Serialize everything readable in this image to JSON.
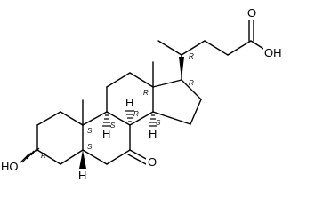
{
  "atoms": {
    "carboxyl_hydroxyl": "OH",
    "carboxyl_oxygen": "O",
    "hydroxyl_3": "HO",
    "ketone_oxygen": "O",
    "h_8": "H",
    "h_9": "H",
    "h_14": "H",
    "h_5": "H"
  },
  "stereo_descriptors": {
    "c20": "R",
    "c17": "R",
    "c13": "R",
    "c14": "S",
    "c8": "R",
    "c9": "S",
    "c10": "S",
    "c5": "S",
    "c3": "R"
  },
  "colors": {
    "bond": "#000000",
    "background": "#ffffff"
  }
}
